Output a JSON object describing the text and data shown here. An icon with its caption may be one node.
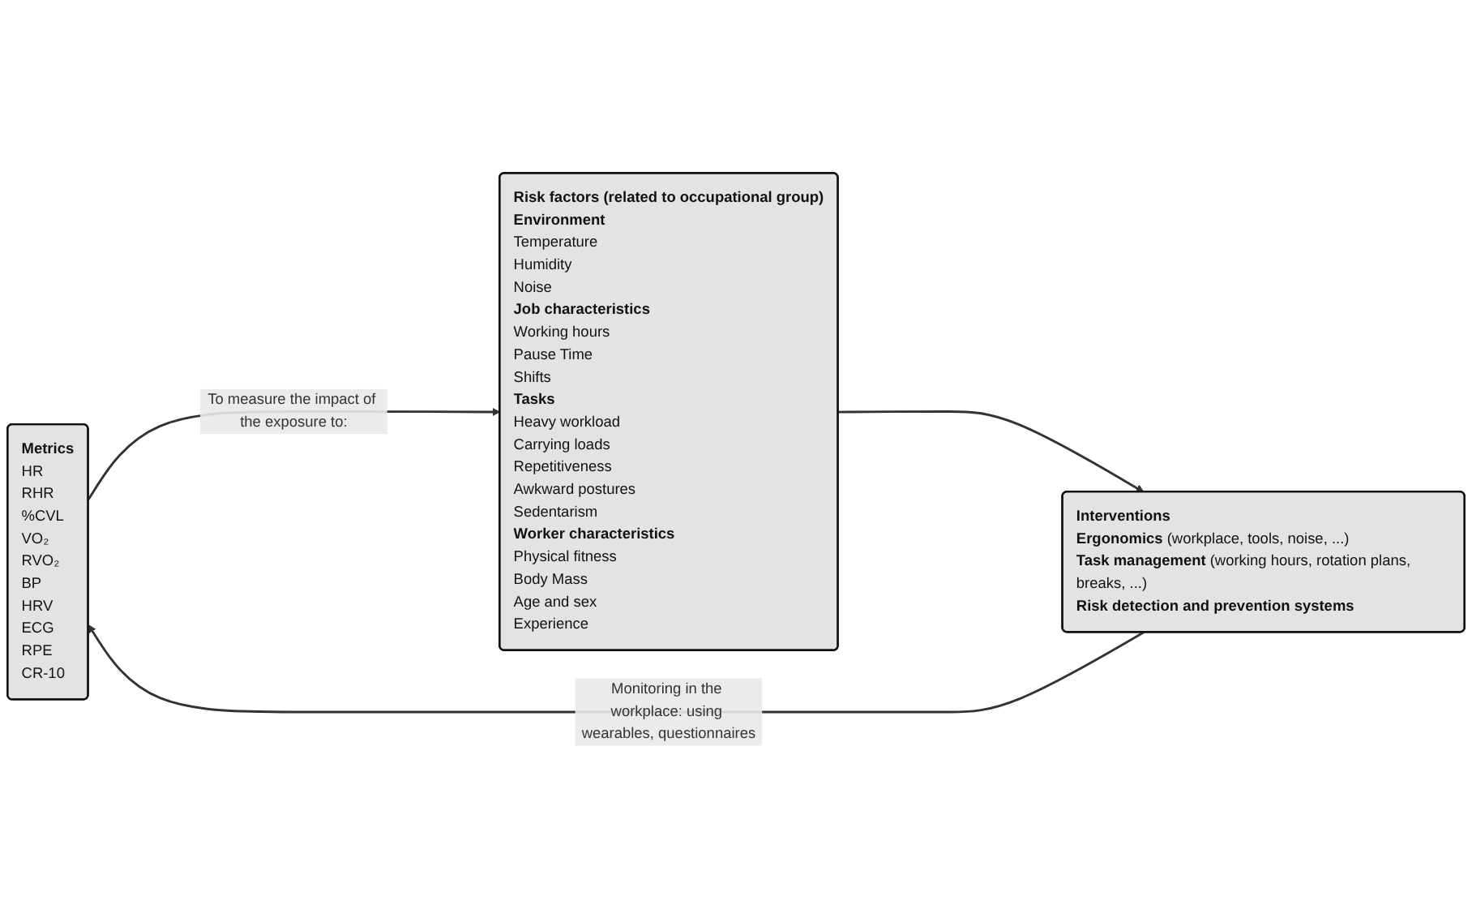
{
  "diagram": {
    "nodes": [
      {
        "text": [
          "Metrics",
          "HR",
          "RHR",
          "%CVL",
          "VO₂",
          "RVO₂",
          "BP",
          "HRV",
          "ECG",
          "RPE",
          "CR-10"
        ]
      },
      {
        "text": [
          "**Risk factors** (related to occupational group)",
          "**Environment**",
          "Temperature",
          "Humidity",
          "Noise",
          "**Job characteristics**",
          "Working hours",
          "Pause Time",
          "Shifts",
          "**Tasks**",
          "Heavy workload",
          "Carrying loads",
          "Repetitiveness",
          "Awkward postures",
          "Sedentarism",
          "**Worker characteristics**",
          "Physical fitness",
          "Body Mass",
          "Age and sex",
          "Experience"
        ]
      },
      {
        "text": [
          "Interventions",
          "**Ergonomics** (workplace, tools, noise, ...)",
          "**Task management** (working hours, rotation plans, breaks, ...)",
          "**Risk detection and prevention systems**"
        ]
      }
    ],
    "edges": [
      {
        "from": 0,
        "to": 1,
        "arrow": "to",
        "label": "To measure the impact of the exposure to:"
      },
      {
        "from": 1,
        "to": 2,
        "arrow": "to"
      },
      {
        "from": 2,
        "to": 0,
        "arrow": "to",
        "label": "Monitoring in the workplace: using wearables, questionnaires"
      }
    ]
  }
}
